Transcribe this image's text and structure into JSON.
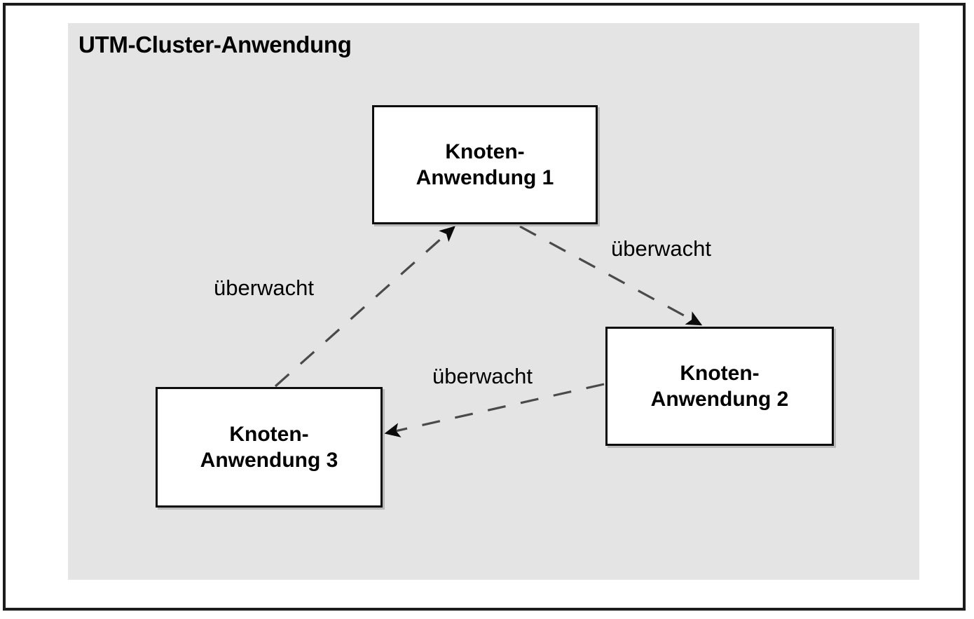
{
  "diagram": {
    "title": "UTM-Cluster-Anwendung",
    "type": "node-relationship-diagram",
    "panel_color": "#e4e4e4",
    "border_color": "#1c1c1c",
    "nodes": [
      {
        "id": "node-1",
        "line1": "Knoten-",
        "line2": "Anwendung 1"
      },
      {
        "id": "node-2",
        "line1": "Knoten-",
        "line2": "Anwendung 2"
      },
      {
        "id": "node-3",
        "line1": "Knoten-",
        "line2": "Anwendung 3"
      }
    ],
    "edges": [
      {
        "id": "edge-1-2",
        "from": "node-1",
        "to": "node-2",
        "label": "überwacht",
        "style": "dashed",
        "arrow": "solid-triangle"
      },
      {
        "id": "edge-3-1",
        "from": "node-3",
        "to": "node-1",
        "label": "überwacht",
        "style": "dashed",
        "arrow": "solid-triangle"
      },
      {
        "id": "edge-2-3",
        "from": "node-2",
        "to": "node-3",
        "label": "überwacht",
        "style": "dashed",
        "arrow": "solid-triangle"
      }
    ]
  }
}
